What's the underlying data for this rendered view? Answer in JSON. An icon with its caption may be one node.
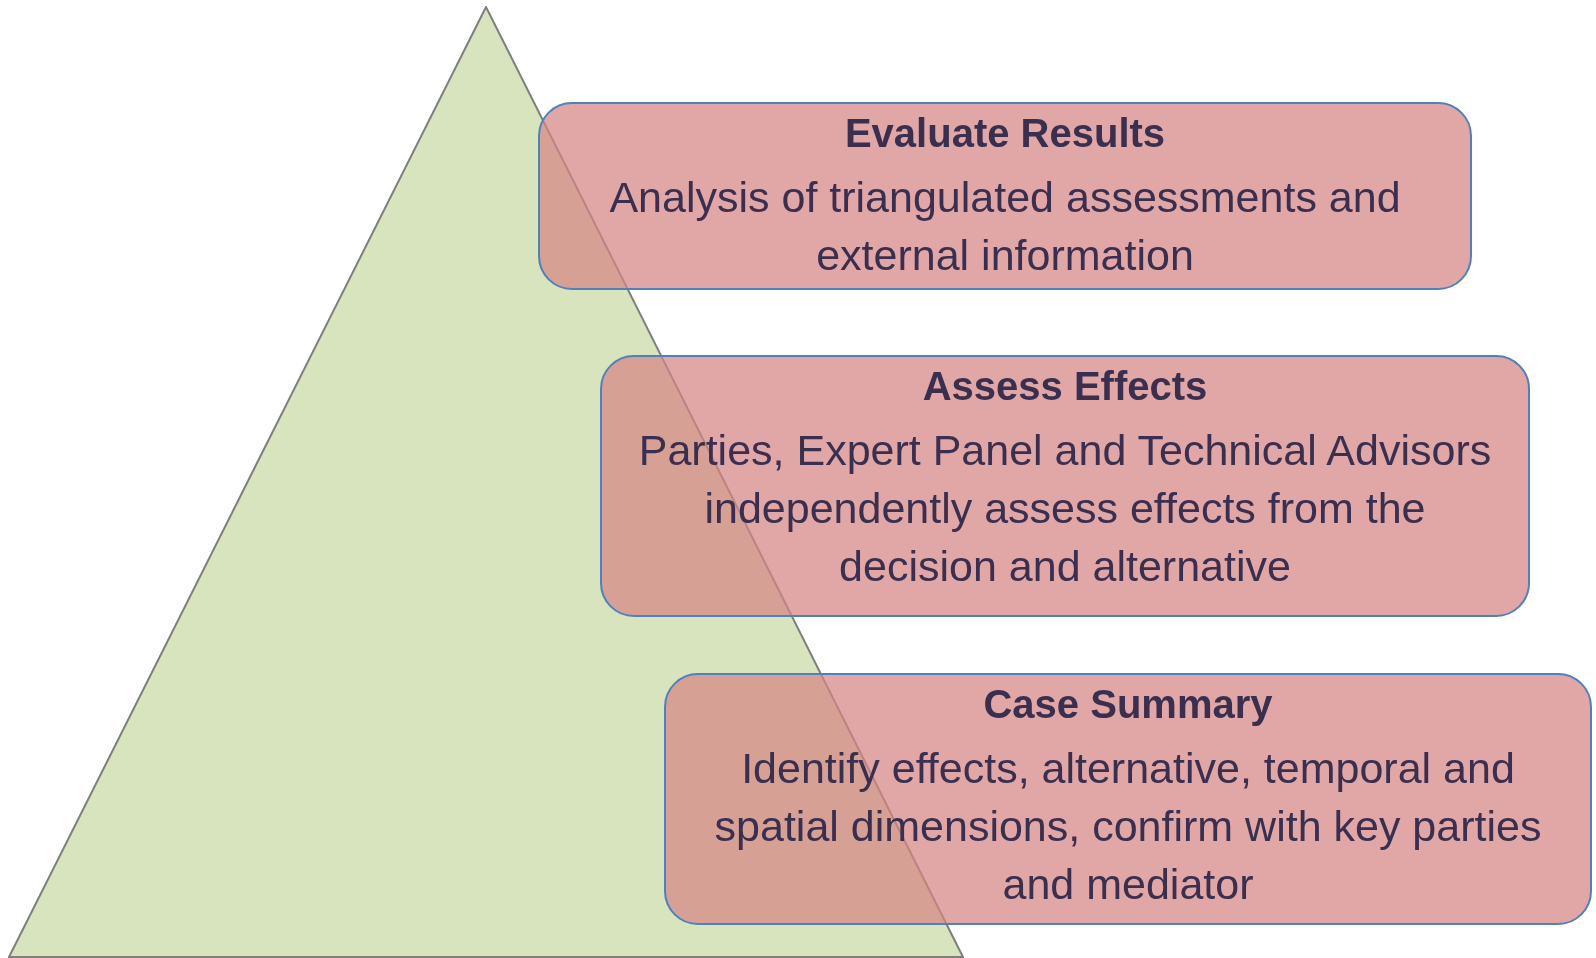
{
  "diagram": {
    "nodes": [
      {
        "text": [],
        "shape": "triangle"
      },
      {
        "text": [
          "Evaluate Results",
          "Analysis of triangulated assessments and external information"
        ]
      },
      {
        "text": [
          "Assess Effects",
          "Parties, Expert Panel and Technical Advisors independently assess effects from the decision and alternative"
        ]
      },
      {
        "text": [
          "Case Summary",
          "Identify effects, alternative, temporal and spatial dimensions, confirm with key parties and mediator"
        ]
      }
    ]
  }
}
